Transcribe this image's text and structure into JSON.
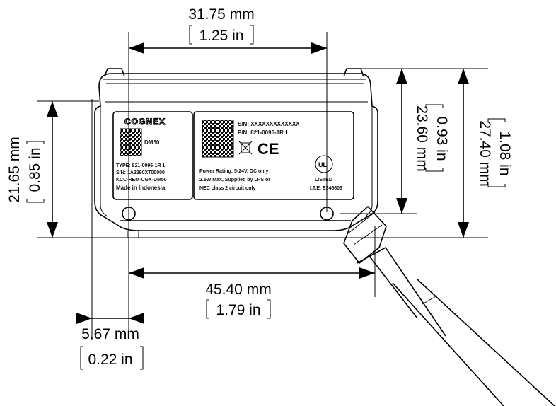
{
  "dimensions": {
    "top_width": {
      "mm": "31.75 mm",
      "in": "1.25 in"
    },
    "bottom_width": {
      "mm": "45.40 mm",
      "in": "1.79 in"
    },
    "offset": {
      "mm": "5.67 mm",
      "in": "0.22 in"
    },
    "left_height": {
      "mm": "21.65 mm",
      "in": "0.85 in"
    },
    "right_height_inner": {
      "mm": "23.60 mm",
      "in": "0.93 in"
    },
    "right_height_outer": {
      "mm": "27.40 mm",
      "in": "1.08 in"
    }
  },
  "label": {
    "brand": "COGNEX",
    "model": "DM50",
    "type_line": "TYPE: 821-0096-1R 1",
    "sn_left": "S/N: 1A2290XT00000",
    "kcc": "KCC-REM-CGX-DM50",
    "origin": "Made in Indonesia",
    "sn_right": "S/N: XXXXXXXXXXXXX",
    "pn": "P/N: 821-0096-1R 1",
    "ce_mark": "CE",
    "power_1": "Power Rating: 5-24V, DC only",
    "power_2": "2.5W Max, Supplied by LPS or",
    "power_3": "NEC class 2 circuit only",
    "ul_mark": "UL",
    "ul_listed": "LISTED",
    "ul_file": "I.T.E. E346603"
  }
}
